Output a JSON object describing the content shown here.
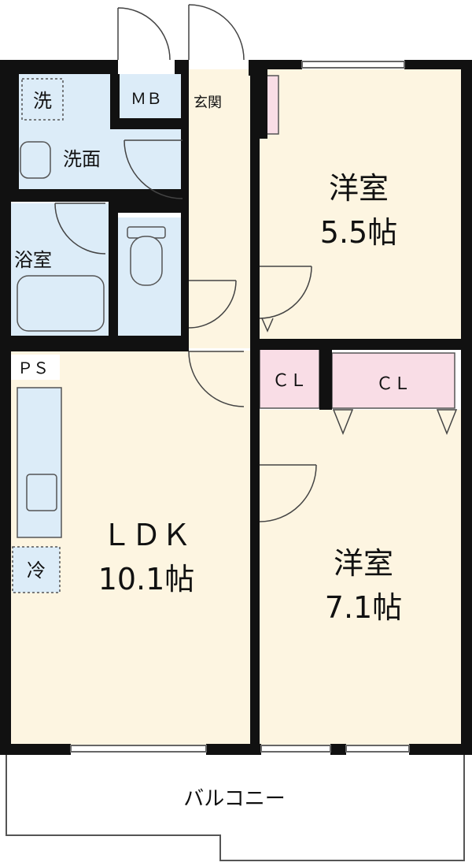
{
  "plan": {
    "rooms": {
      "western_room_a": {
        "name": "洋室",
        "size": "5.5帖"
      },
      "western_room_b": {
        "name": "洋室",
        "size": "7.1帖"
      },
      "ldk": {
        "name": "ＬＤＫ",
        "size": "10.1帖"
      },
      "bath": {
        "name": "浴室"
      },
      "washroom": {
        "name": "洗面"
      },
      "entrance": {
        "name": "玄関"
      },
      "balcony": {
        "name": "バルコニー"
      }
    },
    "closets": {
      "cl_small": "ＣＬ",
      "cl_large": "ＣＬ"
    },
    "utilities": {
      "meter_box": "ＭＢ",
      "pipe_space": "ＰＳ",
      "washer": "洗",
      "fridge": "冷"
    },
    "colors": {
      "wall": "#111111",
      "living_floor": "#fdf5e1",
      "wet_area": "#dcecf8",
      "closet": "#f9dde6"
    }
  }
}
